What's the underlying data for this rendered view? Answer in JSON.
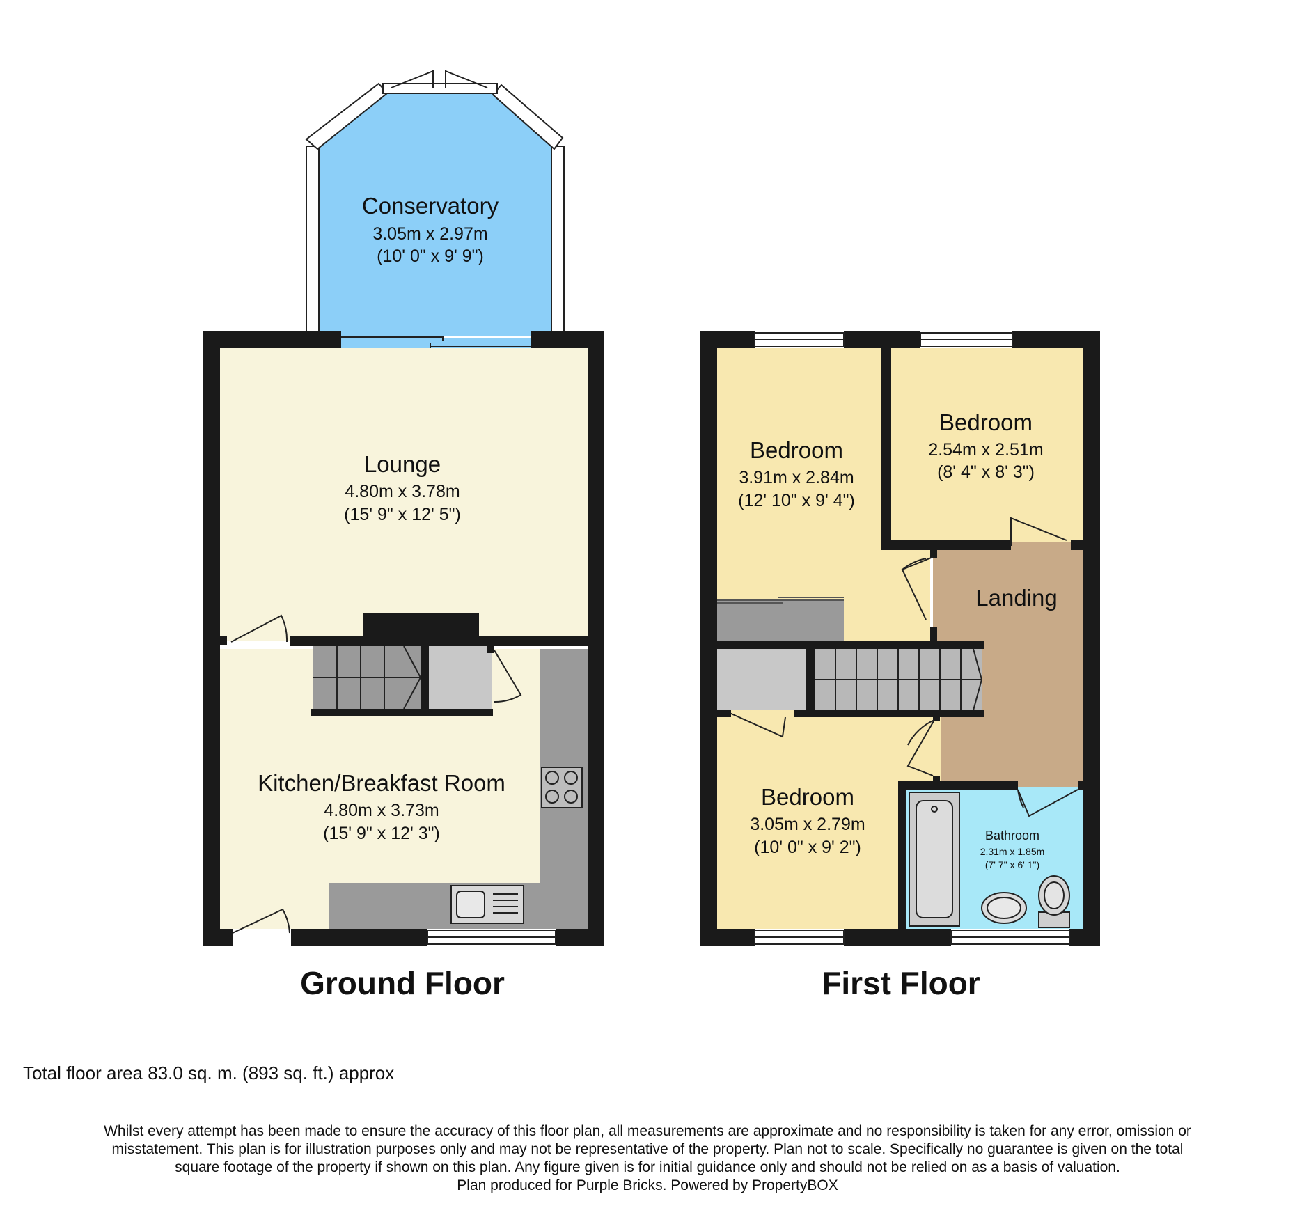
{
  "colors": {
    "wall": "#1a1a1a",
    "conservatory": "#8ccff8",
    "lounge_kitchen": "#f8f4dc",
    "bedroom": "#f8e8b0",
    "landing": "#c8aa88",
    "bathroom": "#a8e8f8",
    "worktop": "#9a9a9a",
    "cupboard": "#c8c8c8",
    "stairs": "#b8b8b8",
    "bath_fixture": "#cccccc"
  },
  "floors": {
    "ground": {
      "title": "Ground Floor",
      "rooms": {
        "conservatory": {
          "name": "Conservatory",
          "metric": "3.05m x 2.97m",
          "imperial": "(10' 0\" x 9' 9\")"
        },
        "lounge": {
          "name": "Lounge",
          "metric": "4.80m x 3.78m",
          "imperial": "(15' 9\" x 12' 5\")"
        },
        "kitchen": {
          "name": "Kitchen/Breakfast Room",
          "metric": "4.80m x 3.73m",
          "imperial": "(15' 9\" x 12' 3\")"
        }
      }
    },
    "first": {
      "title": "First Floor",
      "rooms": {
        "bedroom1": {
          "name": "Bedroom",
          "metric": "3.91m x 2.84m",
          "imperial": "(12' 10\" x 9' 4\")"
        },
        "bedroom2": {
          "name": "Bedroom",
          "metric": "2.54m x 2.51m",
          "imperial": "(8' 4\" x 8' 3\")"
        },
        "landing": {
          "name": "Landing"
        },
        "bedroom3": {
          "name": "Bedroom",
          "metric": "3.05m x 2.79m",
          "imperial": "(10' 0\" x 9' 2\")"
        },
        "bathroom": {
          "name": "Bathroom",
          "metric": "2.31m x 1.85m",
          "imperial": "(7' 7\" x 6' 1\")"
        }
      }
    }
  },
  "total_area": "Total floor area 83.0 sq. m. (893 sq. ft.) approx",
  "disclaimer": {
    "line1": "Whilst every attempt has been made to ensure the accuracy of this floor plan, all measurements are approximate and no responsibility is taken for any error, omission or",
    "line2": "misstatement. This plan is for illustration purposes only and may not be representative of the property. Plan not to scale. Specifically no guarantee is given on the total",
    "line3": "square footage of the property if shown on this plan. Any figure given is for initial guidance only and should not be relied on as a basis of valuation.",
    "line4": "Plan produced for Purple Bricks. Powered by PropertyBOX"
  }
}
